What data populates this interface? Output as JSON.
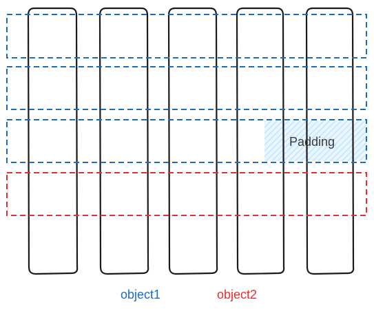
{
  "diagram": {
    "padding_label": "Padding",
    "legend": [
      {
        "label": "object1",
        "color": "#1e6bb8"
      },
      {
        "label": "object2",
        "color": "#e03131"
      }
    ]
  },
  "colors": {
    "object1": "#1e6bb8",
    "object2": "#e03131",
    "column_stroke": "#1a1a1a",
    "padding_hatch": "#a5d8ff"
  }
}
